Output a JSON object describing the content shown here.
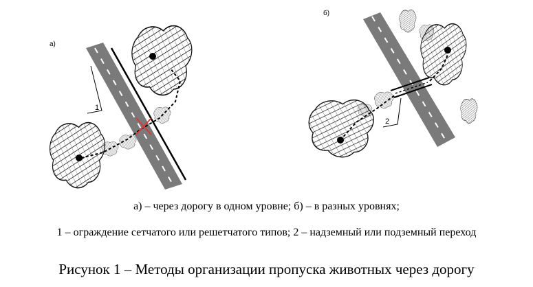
{
  "figure": {
    "panel_a_label": "а)",
    "panel_b_label": "б)",
    "marker_1": "1",
    "marker_2": "2"
  },
  "caption": {
    "line1": "а) – через дорогу в одном уровне; б) – в разных уровнях;",
    "line2": "1 – ограждение сетчатого или решетчатого типов; 2 – надземный или подземный переход",
    "title": "Рисунок 1 – Методы организации пропуска животных через дорогу"
  },
  "colors": {
    "road": "#7a7a7a",
    "lane_marking": "#ffffff",
    "fence": "#000000",
    "cross_mark": "#d83a3a"
  }
}
